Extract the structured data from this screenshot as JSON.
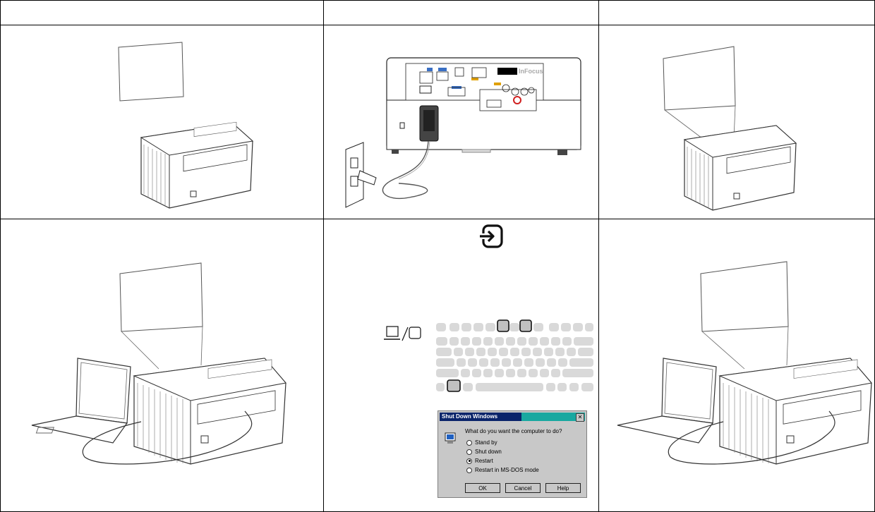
{
  "header": {
    "col1": "",
    "col2": "",
    "col3": ""
  },
  "projector_brand": "InFocus",
  "dialog": {
    "title": "Shut Down Windows",
    "question": "What do you want the computer to do?",
    "options": [
      {
        "label": "Stand by",
        "selected": false
      },
      {
        "label": "Shut down",
        "selected": false
      },
      {
        "label": "Restart",
        "selected": true
      },
      {
        "label": "Restart in MS-DOS mode",
        "selected": false
      }
    ],
    "buttons": {
      "ok": "OK",
      "cancel": "Cancel",
      "help": "Help"
    },
    "close_icon": "close-icon"
  },
  "icons": [
    "input-source-icon",
    "laptop-icon",
    "monitor-icon",
    "computer-icon"
  ]
}
